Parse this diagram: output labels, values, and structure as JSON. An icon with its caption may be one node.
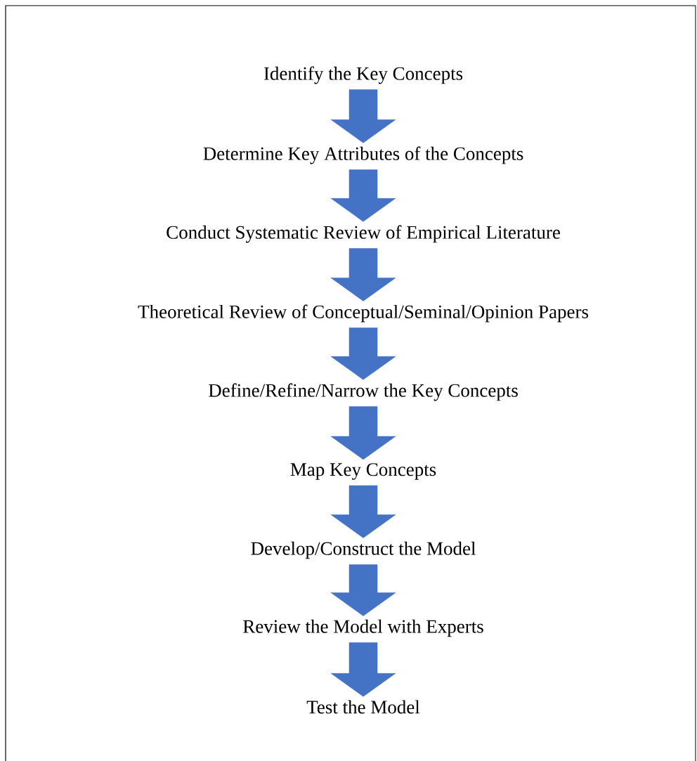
{
  "diagram": {
    "nodes": [
      {
        "text": [
          "Identify the Key Concepts"
        ]
      },
      {
        "text": [
          "Determine Key Attributes of the Concepts"
        ]
      },
      {
        "text": [
          "Conduct Systematic Review of Empirical Literature"
        ]
      },
      {
        "text": [
          "Theoretical Review of Conceptual/Seminal/Opinion Papers"
        ]
      },
      {
        "text": [
          "Define/Refine/Narrow the Key Concepts"
        ]
      },
      {
        "text": [
          "Map Key Concepts"
        ]
      },
      {
        "text": [
          "Develop/Construct the Model"
        ]
      },
      {
        "text": [
          "Review the Model with Experts"
        ]
      },
      {
        "text": [
          "Test the Model"
        ]
      }
    ],
    "edges": [
      {
        "from": 0,
        "to": 1,
        "arrow": "to"
      },
      {
        "from": 1,
        "to": 2,
        "arrow": "to"
      },
      {
        "from": 2,
        "to": 3,
        "arrow": "to"
      },
      {
        "from": 3,
        "to": 4,
        "arrow": "to"
      },
      {
        "from": 4,
        "to": 5,
        "arrow": "to"
      },
      {
        "from": 5,
        "to": 6,
        "arrow": "to"
      },
      {
        "from": 6,
        "to": 7,
        "arrow": "to"
      },
      {
        "from": 7,
        "to": 8,
        "arrow": "to"
      }
    ]
  }
}
